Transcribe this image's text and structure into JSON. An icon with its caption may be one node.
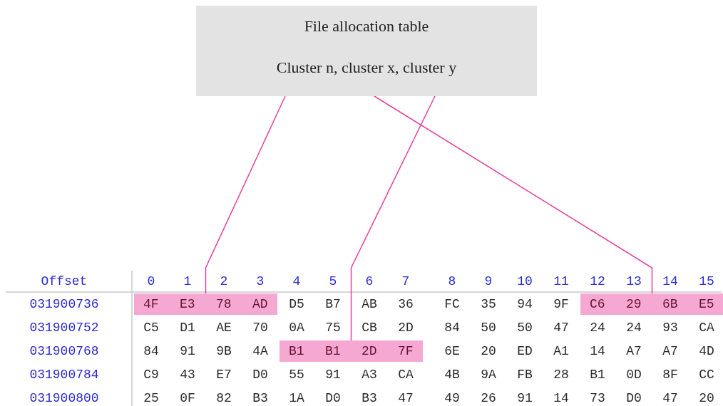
{
  "diagram": {
    "nodes": [
      {
        "text": [
          "File allocation table",
          "Cluster n, cluster x, cluster y"
        ]
      },
      {
        "text": [
          "4F E3 78 AD"
        ]
      },
      {
        "text": [
          "C6 29 6B E5"
        ]
      },
      {
        "text": [
          "B1 B1 2D 7F"
        ]
      }
    ],
    "edges": [
      {
        "from": 0,
        "to": 1,
        "arrow": "none"
      },
      {
        "from": 0,
        "to": 2,
        "arrow": "none"
      },
      {
        "from": 0,
        "to": 3,
        "arrow": "none"
      }
    ],
    "labels": [
      "Offset",
      "0",
      "1",
      "2",
      "3",
      "4",
      "5",
      "6",
      "7",
      "8",
      "9",
      "10",
      "11",
      "12",
      "13",
      "14",
      "15",
      "031900736",
      "D5",
      "B7",
      "AB",
      "36",
      "FC",
      "35",
      "94",
      "9F",
      "031900752",
      "C5",
      "D1",
      "AE",
      "70",
      "0A",
      "75",
      "CB",
      "2D",
      "84",
      "50",
      "50",
      "47",
      "24",
      "24",
      "93",
      "CA",
      "031900768",
      "84",
      "91",
      "9B",
      "4A",
      "6E",
      "20",
      "ED",
      "A1",
      "14",
      "A7",
      "A7",
      "4D",
      "031900784",
      "C9",
      "43",
      "E7",
      "D0",
      "55",
      "91",
      "A3",
      "CA",
      "4B",
      "9A",
      "FB",
      "28",
      "B1",
      "0D",
      "8F",
      "CC",
      "031900800",
      "25",
      "0F",
      "82",
      "B3",
      "1A",
      "D0",
      "B3",
      "47",
      "49",
      "26",
      "91",
      "14",
      "73",
      "D0",
      "47",
      "20"
    ]
  }
}
